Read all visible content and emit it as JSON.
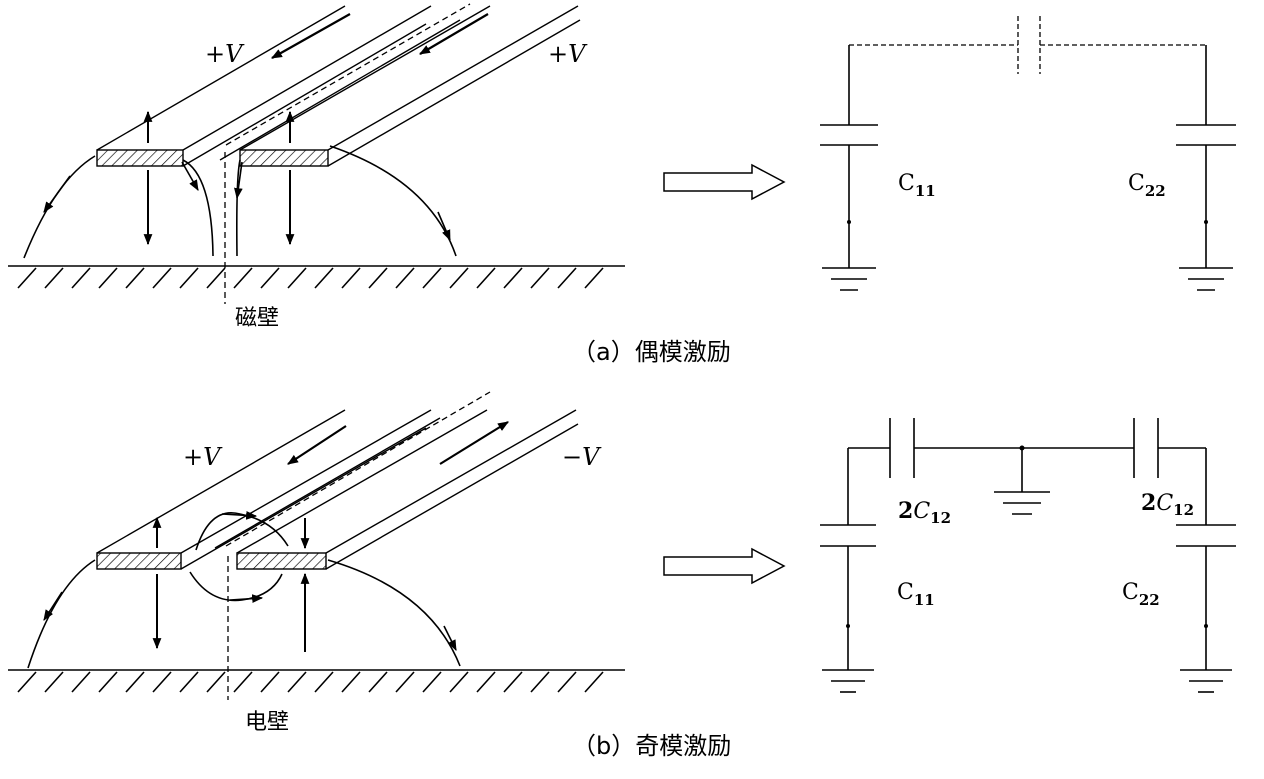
{
  "panel_a": {
    "left_voltage": "+V",
    "right_voltage": "+V",
    "wall_label": "磁壁",
    "caption": "（a）偶模激励",
    "cap_left_label": "C",
    "cap_left_sub": "11",
    "cap_right_label": "C",
    "cap_right_sub": "22"
  },
  "panel_b": {
    "left_voltage": "+V",
    "right_voltage": "−V",
    "wall_label": "电壁",
    "caption": "（b）奇模激励",
    "cap_left_label": "C",
    "cap_left_sub": "11",
    "cap_right_label": "C",
    "cap_right_sub": "22",
    "coupling_left_prefix": "2",
    "coupling_left_label": "C",
    "coupling_left_sub": "12",
    "coupling_right_prefix": "2",
    "coupling_right_label": "C",
    "coupling_right_sub": "12"
  }
}
